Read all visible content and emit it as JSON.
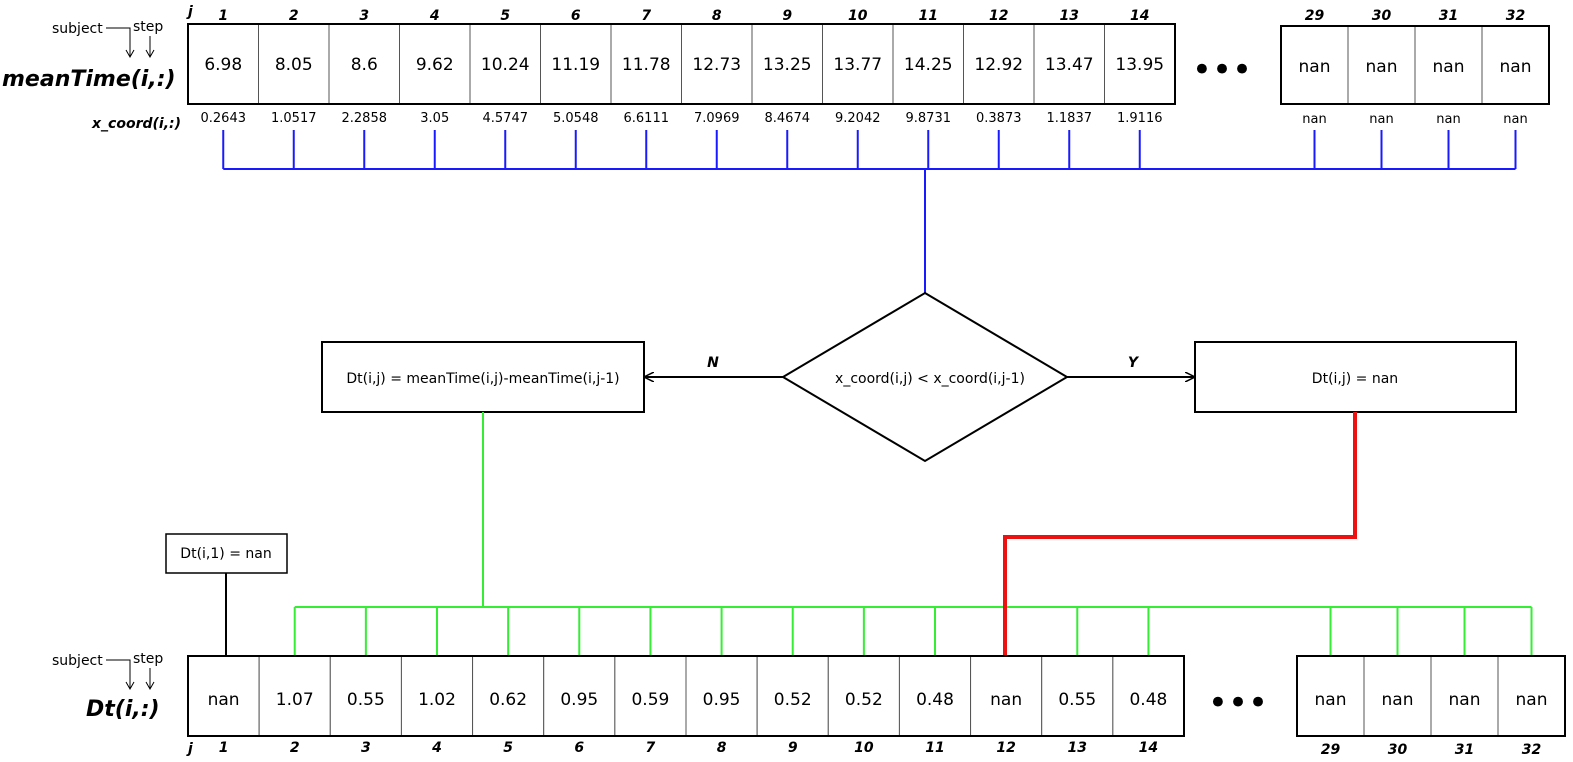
{
  "labels": {
    "j": "j",
    "subject": "subject",
    "step": "step",
    "meanTime": "meanTime(i,:)",
    "x_coord": "x_coord(i,:)",
    "Dt": "Dt(i,:)",
    "ellipsis": "•••"
  },
  "top_indices_a": [
    "1",
    "2",
    "3",
    "4",
    "5",
    "6",
    "7",
    "8",
    "9",
    "10",
    "11",
    "12",
    "13",
    "14"
  ],
  "top_indices_b": [
    "29",
    "30",
    "31",
    "32"
  ],
  "meanTime_a": [
    "6.98",
    "8.05",
    "8.6",
    "9.62",
    "10.24",
    "11.19",
    "11.78",
    "12.73",
    "13.25",
    "13.77",
    "14.25",
    "12.92",
    "13.47",
    "13.95"
  ],
  "meanTime_b": [
    "nan",
    "nan",
    "nan",
    "nan"
  ],
  "x_coord_a": [
    "0.2643",
    "1.0517",
    "2.2858",
    "3.05",
    "4.5747",
    "5.0548",
    "6.6111",
    "7.0969",
    "8.4674",
    "9.2042",
    "9.8731",
    "0.3873",
    "1.1837",
    "1.9116"
  ],
  "x_coord_b": [
    "nan",
    "nan",
    "nan",
    "nan"
  ],
  "decision": {
    "condition": "x_coord(i,j) < x_coord(i,j-1)",
    "no_label": "N",
    "yes_label": "Y",
    "no_action": "Dt(i,j) = meanTime(i,j)-meanTime(i,j-1)",
    "yes_action": "Dt(i,j) = nan",
    "first_note": "Dt(i,1) = nan"
  },
  "Dt_a": [
    "nan",
    "1.07",
    "0.55",
    "1.02",
    "0.62",
    "0.95",
    "0.59",
    "0.95",
    "0.52",
    "0.52",
    "0.48",
    "nan",
    "0.55",
    "0.48"
  ],
  "Dt_b": [
    "nan",
    "nan",
    "nan",
    "nan"
  ],
  "bottom_indices_a": [
    "1",
    "2",
    "3",
    "4",
    "5",
    "6",
    "7",
    "8",
    "9",
    "10",
    "11",
    "12",
    "13",
    "14"
  ],
  "bottom_indices_b": [
    "29",
    "30",
    "31",
    "32"
  ],
  "colors": {
    "blue": "#1a1aff",
    "green": "#33ee33",
    "red": "#ee1111"
  }
}
